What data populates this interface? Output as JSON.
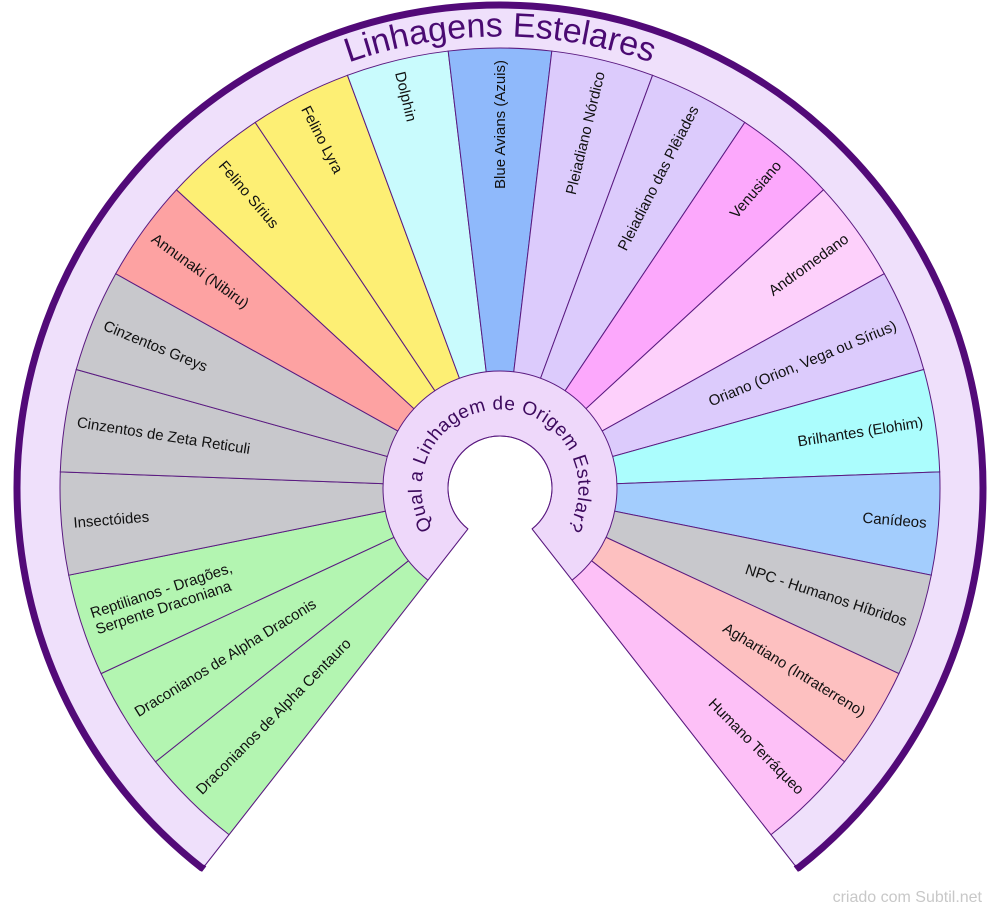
{
  "title": "Linhagens Estelares",
  "hub_question": "Qual a Linhagem de Origem Estelar?",
  "credit": "criado com Subtil.net",
  "colors": {
    "border": "#520a78",
    "ring_fill": "#efe0fb",
    "hub_fill": "#eed8fa",
    "divider": "#5a1a80"
  },
  "segments": [
    {
      "label": "Draconianos de Alpha Centauro",
      "color": "#b3f5b1"
    },
    {
      "label": "Draconianos de Alpha Draconis",
      "color": "#b3f5b1"
    },
    {
      "label": [
        "Reptilianos - Dragões,",
        "Serpente Draconiana"
      ],
      "color": "#b3f5b1"
    },
    {
      "label": "Insectóides",
      "color": "#c8c8cc"
    },
    {
      "label": "Cinzentos de Zeta Reticuli",
      "color": "#c8c8cc"
    },
    {
      "label": "Cinzentos Greys",
      "color": "#c8c8cc"
    },
    {
      "label": "Annunaki (Nibiru)",
      "color": "#fda2a2"
    },
    {
      "label": "Felino Sírius",
      "color": "#fdef74"
    },
    {
      "label": "Felino Lyra",
      "color": "#fdef74"
    },
    {
      "label": "Dolphin",
      "color": "#c9fbfd"
    },
    {
      "label": "Blue Avians (Azuis)",
      "color": "#8fb9fb"
    },
    {
      "label": "Pleiadiano Nórdico",
      "color": "#dccbfc"
    },
    {
      "label": "Pleiadiano das Plêiades",
      "color": "#dccbfc"
    },
    {
      "label": "Venusiano",
      "color": "#fca8fc"
    },
    {
      "label": "Andromedano",
      "color": "#fdd0fb"
    },
    {
      "label": "Oriano (Orion, Vega ou Sírius)",
      "color": "#dccbfc"
    },
    {
      "label": "Brilhantes (Elohim)",
      "color": "#abfdfd"
    },
    {
      "label": "Canídeos",
      "color": "#a3cdfd"
    },
    {
      "label": "NPC - Humanos Híbridos",
      "color": "#c8c8cc"
    },
    {
      "label": "Aghartiano (Intraterreno)",
      "color": "#fdc0c0"
    },
    {
      "label": "Humano Terráqueo",
      "color": "#fdc0f7"
    }
  ]
}
